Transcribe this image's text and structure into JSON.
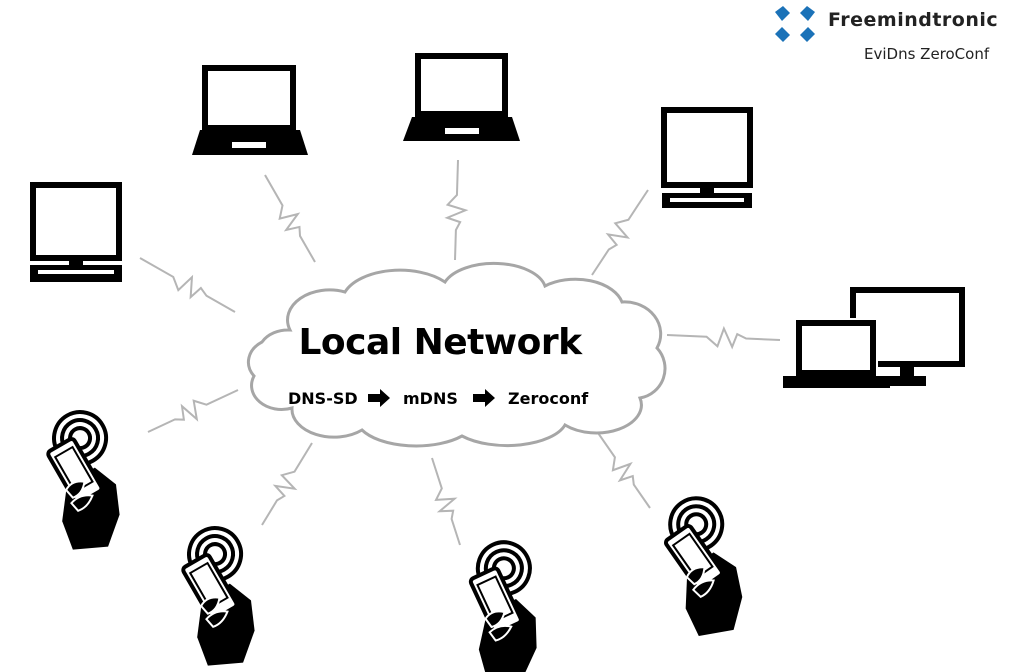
{
  "logo": {
    "brand": "Freemindtronic",
    "product": "EviDns ZeroConf",
    "color": "#1b72b8"
  },
  "cloud": {
    "title": "Local Network",
    "protocols": [
      "DNS-SD",
      "mDNS",
      "Zeroconf"
    ]
  },
  "devices": [
    "laptop",
    "laptop",
    "desktop-monitor",
    "desktop-monitor",
    "laptop-and-monitor",
    "smartphone",
    "smartphone",
    "smartphone",
    "smartphone"
  ],
  "colors": {
    "link": "#b5b5b5",
    "cloud_stroke": "#a6a6a6",
    "device": "#000000"
  }
}
